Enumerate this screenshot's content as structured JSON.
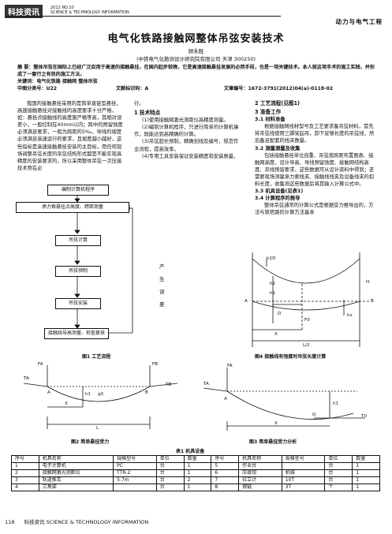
{
  "header": {
    "logo": "科技资讯",
    "issue": "2012  NO.10",
    "journal_en": "SCIENCE & TECHNOLOGY INFORMATION",
    "section": "动力与电气工程"
  },
  "paper": {
    "title": "电气化铁路接触网整体吊弦安装技术",
    "author": "顾永胜",
    "affiliation": "(中铁电气化勘测设计研究院有限公司   天津   300250)",
    "abstract_label": "摘  要：",
    "abstract": "整体吊弦在国际上已经广泛应用于高速的接触悬挂，在国内起步较晚，它是高速接触悬挂发展的必然手段，也是一项关键技术。本人就这项手术的施工实践，并形成了一套行之有效的施工方法。",
    "keywords_label": "关键词：",
    "keywords": "电气化铁路    接触网    整体吊弦",
    "clc": "中图分类号：U22",
    "doc_code": "文献标识码：A",
    "article_no": "文章编号：1672-3791(2012)04(a)-0118-02"
  },
  "col1": {
    "p1": "我国的接触悬挂采用的是简单直链型悬挂，高速接触悬挂对接触线的高度要求十分严格，如：悬挂点接触线的高度施严格等高，其相对误差小，一般控制在40mm以内；跨中的预留弛度必须满足要求，一般为跨距的5‰，导线的坡度必须满足高速运行的要求，且坡度越小越好，这些指标是高速接触悬挂安装的主目标，而任何现场调整吊弦长度的吊弦结构形式都是不能实现高精度的安装要求的，所以采用整体吊弦一次压接技术势在必"
  },
  "col2": {
    "p0": "行。",
    "s1": "1   技术特点",
    "i1": "(1)使用接触网激光测距仪高精度测量。",
    "i2": "(2)编制计算机程序，只进行简单的计算机操作，既能达到高精确的计算。",
    "i3": "(3)吊弦超长预制，精确划线及编号，规范作业流程，提高效率。",
    "i4": "(4)专用工具安装保证安装精度和安装质量。"
  },
  "col3": {
    "s2": "2   工艺流程(见图1)",
    "s3": "3   准备工作",
    "s31": "3.1  材料准备",
    "p31": "根据接触网线材型号及工艺要求备吊弦材料，首先将吊弦线使用三脚架起吊，卸下足够长度的吊弦线，然后备足配套的线夹数量。",
    "s32": "3.2  测量测量及收集",
    "p32": "包括接触悬挂单位自重、吊弦按跨距布置图表、接触网高度、设计导高、导线预留弛度、接触网结构高度、吊线预留要求，这些数据可从设计资料中得到；还需要现场测量承力索线夹、接触线线夹及设备线夹的扣料长度，收集测这些数据后将其输入计算公式中。",
    "s33": "3.3  机具设备(见表1)",
    "s34": "3.4  计算程序的推导",
    "p34": "整体吊弦通常的计算公式是根据受力推导出的，方法与铁塔路的计算方法基本"
  },
  "fig1": {
    "caption": "图1   工艺流程",
    "boxes": [
      "编制计算机程序",
      "承力索悬挂点高度、跨距测量",
      "吊弦计算",
      "吊弦预制",
      "吊弦安装",
      "接触线导高测量、检查复核"
    ],
    "side": [
      "产",
      "生",
      "误",
      "差"
    ]
  },
  "fig2": {
    "caption": "图2   简单悬挂受力",
    "labels": {
      "fa": "FA",
      "fb": "FB",
      "ta": "TA",
      "tb": "TB",
      "a": "A",
      "b": "B",
      "x": "X",
      "gx": "gX",
      "h1": "h1",
      "l": "L"
    }
  },
  "fig3": {
    "caption": "图3   简单悬挂受力分析",
    "labels": {
      "fa": "FA",
      "ta": "TA",
      "a": "A",
      "x": "X",
      "q": "Q",
      "h1": "h1",
      "t0": "T0"
    }
  },
  "fig4": {
    "caption": "图4   接触线有弛度时吊弦长度计算",
    "labels": {
      "h1d": "h1D",
      "h": "H",
      "h2": "h2",
      "h1": "h1",
      "a": "A",
      "b": "B",
      "d": "D",
      "f0": "F0",
      "hx": "hx",
      "x": "X",
      "l2": "L/2"
    }
  },
  "table1": {
    "caption": "表1   机具设备",
    "headers": [
      "序号",
      "机具名称",
      "规格型号",
      "单位",
      "数量",
      "序号",
      "机具名称",
      "规格型号",
      "单位",
      "数量"
    ],
    "rows": [
      [
        "1",
        "电子计算机",
        "PC",
        "台",
        "1",
        "5",
        "作业台",
        "",
        "台",
        "1"
      ],
      [
        "2",
        "接触网激光测距仪",
        "TTR-2",
        "台",
        "1",
        "6",
        "压接钳",
        "机械",
        "台",
        "1"
      ],
      [
        "3",
        "轨道推车",
        "5.7m",
        "台",
        "2",
        "7",
        "拉立计",
        "10T",
        "台",
        "1"
      ],
      [
        "4",
        "三角架",
        "",
        "台",
        "1",
        "8",
        "钢链",
        "3T",
        "个",
        "1"
      ]
    ]
  },
  "footer": {
    "page": "118",
    "journal": "科技资讯   SCIENCE & TECHNOLOGY INFORMATION"
  }
}
